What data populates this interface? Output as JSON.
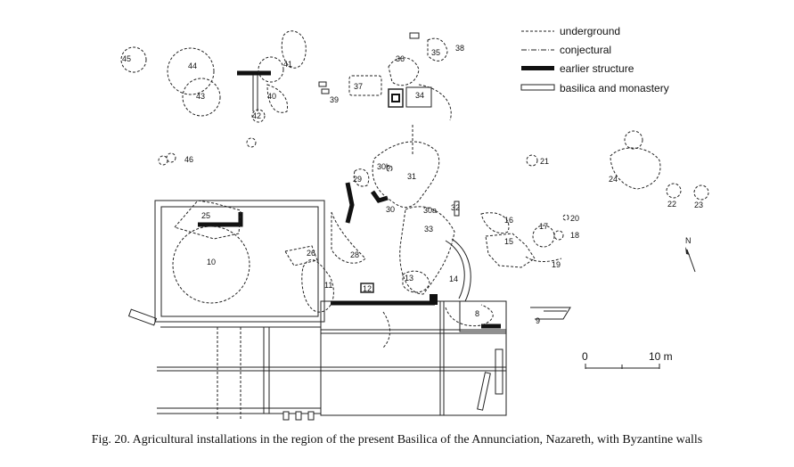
{
  "legend": {
    "underground": "underground",
    "conjectural": "conjectural",
    "earlier_structure": "earlier structure",
    "basilica": "basilica and monastery"
  },
  "scale": {
    "zero": "0",
    "ten": "10 m"
  },
  "north": "N",
  "caption": {
    "fig_label": "Fig. 20.",
    "text": "Agricultural installations in the region of the present Basilica of the Annunciation, Nazareth, with Byzantine walls"
  },
  "labels": {
    "l8": "8",
    "l9": "9",
    "l10": "10",
    "l11": "11",
    "l12": "12",
    "l13": "13",
    "l14": "14",
    "l15": "15",
    "l16": "16",
    "l17": "17",
    "l18": "18",
    "l19": "19",
    "l20": "20",
    "l21": "21",
    "l22": "22",
    "l23": "23",
    "l24": "24",
    "l25": "25",
    "l26": "26",
    "l28": "28",
    "l29": "29",
    "l30": "30",
    "l30a": "30a",
    "l30b": "30b",
    "l31": "31",
    "l32": "32",
    "l33": "33",
    "l34": "34",
    "l35": "35",
    "l36": "36",
    "l37": "37",
    "l38": "38",
    "l39": "39",
    "l40": "40",
    "l41": "41",
    "l42": "42",
    "l43": "43",
    "l44": "44",
    "l45": "45",
    "l46": "46"
  }
}
